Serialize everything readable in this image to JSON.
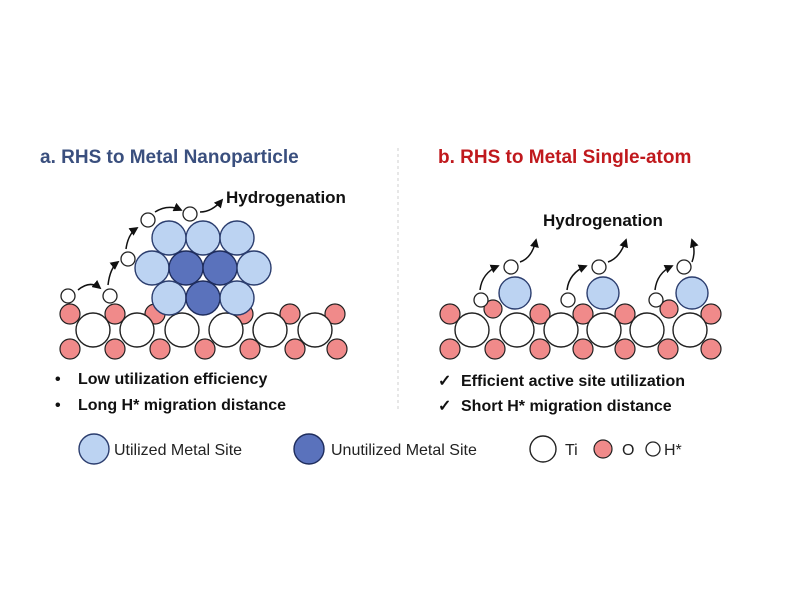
{
  "panel_a": {
    "title": "a. RHS to Metal Nanoparticle",
    "process_label": "Hydrogenation",
    "bullets": [
      "Low utilization efficiency",
      "Long H* migration distance"
    ],
    "bullet_marker": "•"
  },
  "panel_b": {
    "title": "b. RHS to Metal Single-atom",
    "process_label": "Hydrogenation",
    "bullets": [
      "Efficient active site utilization",
      "Short H* migration distance"
    ],
    "bullet_marker": "✓"
  },
  "legend": {
    "utilized": "Utilized Metal Site",
    "unutilized": "Unutilized Metal Site",
    "ti": "Ti",
    "o": "O",
    "h": "H*"
  },
  "colors": {
    "title_a": "#3a4f7e",
    "title_b": "#c0191d",
    "utilized_metal": "#bcd3f2",
    "unutilized_metal": "#5a72bc",
    "oxygen": "#f08a8a",
    "titanium": "#ffffff",
    "hydrogen": "#ffffff"
  }
}
